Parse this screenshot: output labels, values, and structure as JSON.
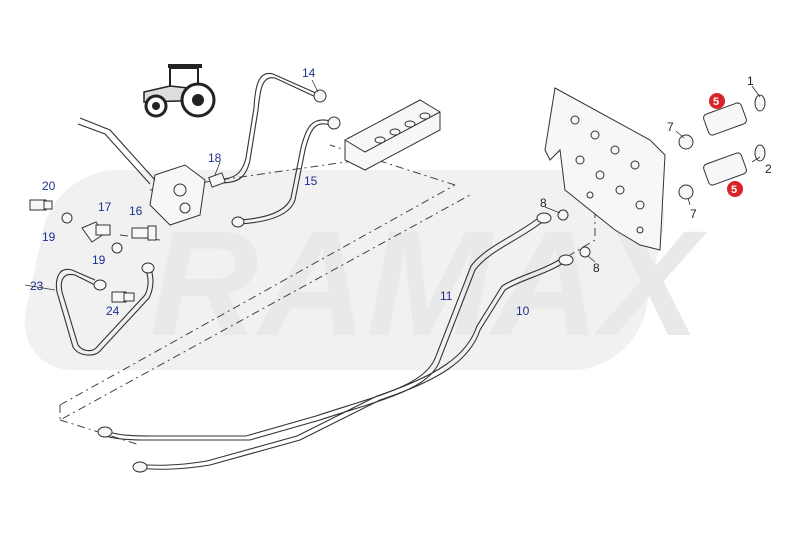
{
  "watermark": {
    "text": "RAMAX"
  },
  "labels": {
    "l1": "1",
    "l2": "2",
    "l5a": "5",
    "l5b": "5",
    "l7a": "7",
    "l7b": "7",
    "l8a": "8",
    "l8b": "8",
    "l10": "10",
    "l11": "11",
    "l14": "14",
    "l15": "15",
    "l16": "16",
    "l17": "17",
    "l18": "18",
    "l19a": "19",
    "l19b": "19",
    "l20": "20",
    "l23": "23",
    "l24": "24"
  },
  "colors": {
    "label": "#1f2f8f",
    "badge": "#d8232a",
    "watermark": "#e9e9e9"
  },
  "icons": {
    "tractor": "tractor-icon"
  }
}
